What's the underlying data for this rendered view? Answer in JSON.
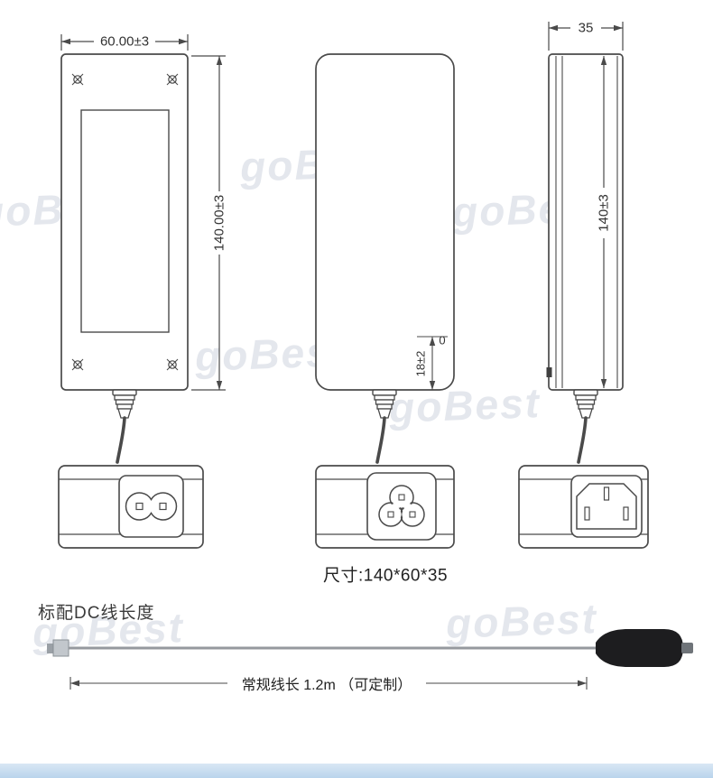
{
  "watermark": {
    "text": "goBest"
  },
  "drawing": {
    "front_view": {
      "width_dim": "60.00±3",
      "height_dim": "140.00±3"
    },
    "middle_view": {
      "zero_label": "0",
      "inlet_dim": "18±2"
    },
    "side_view": {
      "depth_dim": "35",
      "height_dim": "140±3"
    },
    "size_label": "尺寸:140*60*35"
  },
  "dc_cable": {
    "section_title": "标配DC线长度",
    "length_label": "常规线长 1.2m （可定制）"
  },
  "colors": {
    "line": "#4a4a4a",
    "plug_body": "#1d1d1f",
    "footer_bar": "#b9d4ec",
    "watermark": "#acb7c7"
  }
}
